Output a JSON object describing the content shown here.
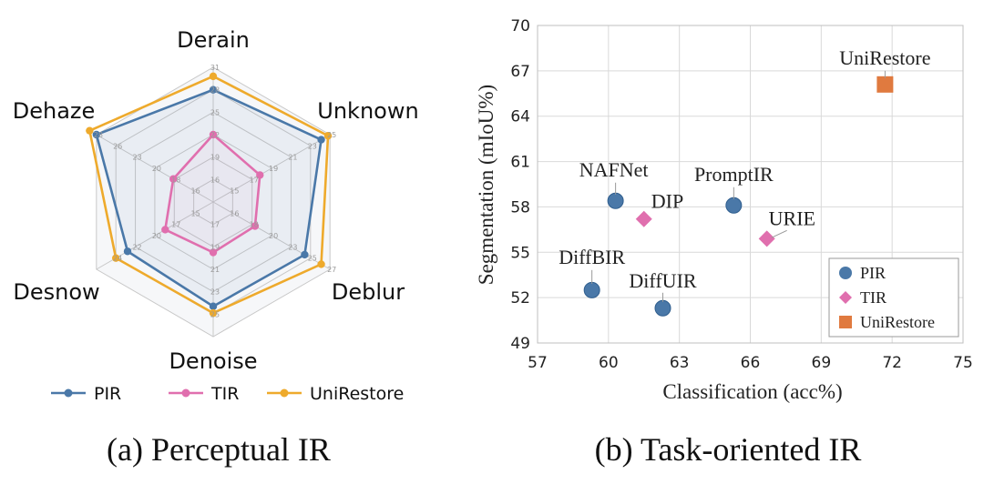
{
  "captions": {
    "left": "(a) Perceptual IR",
    "right": "(b) Task-oriented IR"
  },
  "colors": {
    "pir": "#4a78a8",
    "tir": "#e06fae",
    "unirestore": "#eeaa2c",
    "unirestore_scatter": "#e07a3f",
    "grid": "#c8c8c8"
  },
  "chart_data": [
    {
      "type": "radar",
      "axes": [
        "Derain",
        "Unknown",
        "Deblur",
        "Denoise",
        "Desnow",
        "Dehaze"
      ],
      "ticks": [
        [
          "16",
          "19",
          "22",
          "25",
          "28",
          "31"
        ],
        [
          "15",
          "17",
          "19",
          "21",
          "23",
          "25"
        ],
        [
          "16",
          "18",
          "20",
          "23",
          "25",
          "27"
        ],
        [
          "17",
          "19",
          "21",
          "23",
          "25"
        ],
        [
          "15",
          "17",
          "20",
          "22",
          "24"
        ],
        [
          "16",
          "18",
          "20",
          "23",
          "26",
          "28"
        ]
      ],
      "series": [
        {
          "name": "PIR",
          "values": [
            28.0,
            24.1,
            24.4,
            24.3,
            22.8,
            28.0
          ]
        },
        {
          "name": "TIR",
          "values": [
            22.0,
            17.8,
            18.3,
            19.5,
            18.4,
            18.1
          ]
        },
        {
          "name": "UniRestore",
          "values": [
            29.8,
            24.8,
            26.1,
            24.9,
            24.0,
            28.7
          ]
        }
      ],
      "legend": [
        "PIR",
        "TIR",
        "UniRestore"
      ],
      "legend_position": "bottom"
    },
    {
      "type": "scatter",
      "xlabel": "Classification (acc%)",
      "ylabel": "Segmentation (mIoU%)",
      "xlim": [
        57,
        75
      ],
      "ylim": [
        49,
        70
      ],
      "xticks": [
        57,
        60,
        63,
        66,
        69,
        72,
        75
      ],
      "yticks": [
        49,
        52,
        55,
        58,
        61,
        64,
        67,
        70
      ],
      "grid": true,
      "legend_position": "bottom-right",
      "series": [
        {
          "name": "PIR",
          "marker": "circle",
          "points": [
            {
              "label": "NAFNet",
              "x": 60.3,
              "y": 58.4
            },
            {
              "label": "PromptIR",
              "x": 65.3,
              "y": 58.1
            },
            {
              "label": "DiffBIR",
              "x": 59.3,
              "y": 52.5
            },
            {
              "label": "DiffUIR",
              "x": 62.3,
              "y": 51.3
            }
          ]
        },
        {
          "name": "TIR",
          "marker": "diamond",
          "points": [
            {
              "label": "DIP",
              "x": 61.5,
              "y": 57.2
            },
            {
              "label": "URIE",
              "x": 66.7,
              "y": 55.9
            }
          ]
        },
        {
          "name": "UniRestore",
          "marker": "square",
          "points": [
            {
              "label": "UniRestore",
              "x": 71.7,
              "y": 66.1
            }
          ]
        }
      ]
    }
  ]
}
